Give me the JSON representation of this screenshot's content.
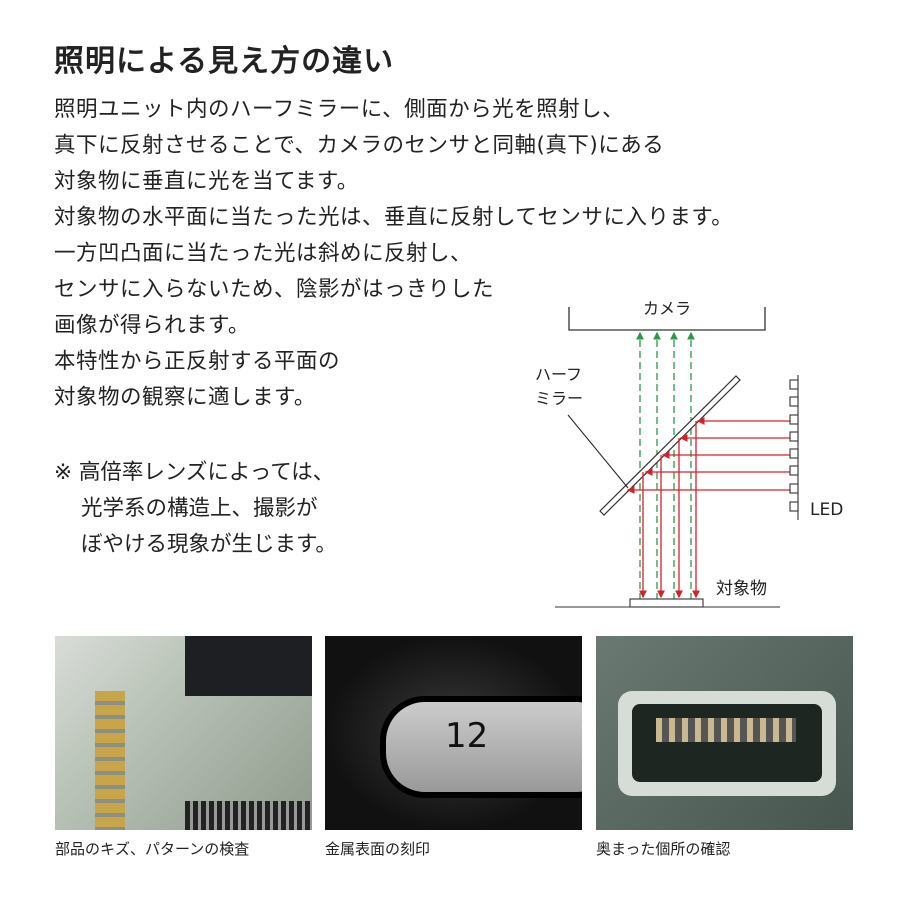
{
  "title": "照明による見え方の違い",
  "body_lines": [
    "照明ユニット内のハーフミラーに、側面から光を照射し、",
    "真下に反射させることで、カメラのセンサと同軸(真下)にある",
    "対象物に垂直に光を当てます。",
    "対象物の水平面に当たった光は、垂直に反射してセンサに入ります。",
    "一方凹凸面に当たった光は斜めに反射し、",
    "センサに入らないため、陰影がはっきりした",
    "画像が得られます。",
    "本特性から正反射する平面の",
    "対象物の観察に適します。"
  ],
  "note_lines": [
    "※ 高倍率レンズによっては、",
    "光学系の構造上、撮影が",
    "ぼやける現象が生じます。"
  ],
  "diagram": {
    "camera": "カメラ",
    "mirror_1": "ハーフ",
    "mirror_2": "ミラー",
    "led": "LED",
    "object": "対象物",
    "colors": {
      "incident": "#d8202a",
      "reflected": "#2a9a48"
    }
  },
  "photo_12": "12",
  "captions": [
    "部品のキズ、パターンの検査",
    "金属表面の刻印",
    "奥まった個所の確認"
  ]
}
